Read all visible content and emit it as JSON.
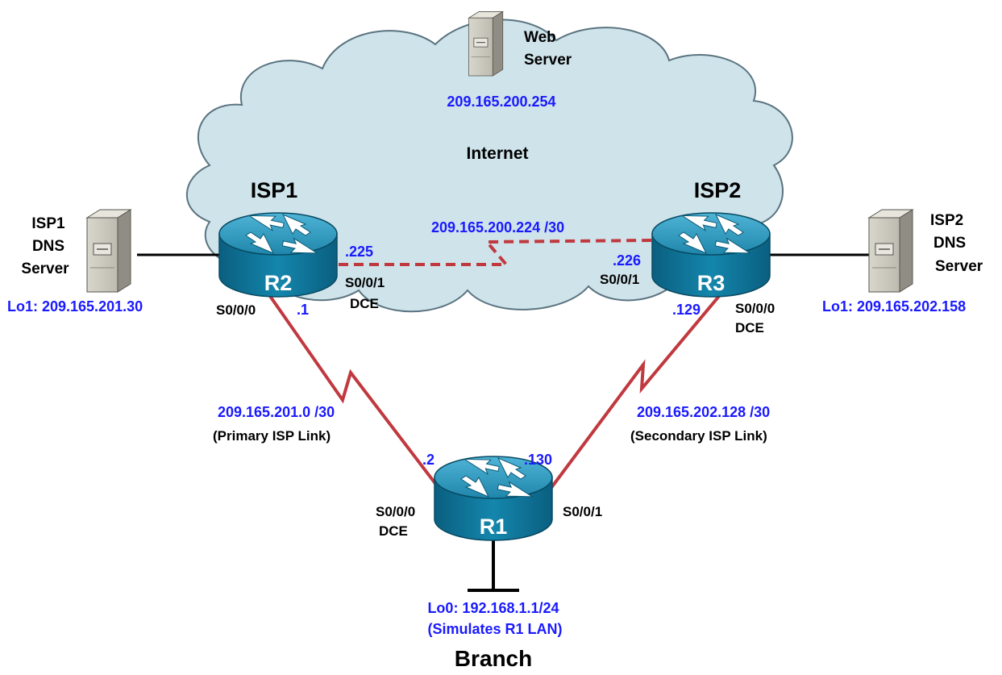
{
  "cloud": {
    "label": "Internet"
  },
  "web_server": {
    "name_line1": "Web",
    "name_line2": "Server",
    "ip": "209.165.200.254"
  },
  "isp1": {
    "title": "ISP1",
    "router": "R2",
    "s001_ip": ".225",
    "s001_if": "S0/0/1",
    "s001_dce": "DCE",
    "s000_if": "S0/0/0",
    "s000_ip": ".1"
  },
  "isp2": {
    "title": "ISP2",
    "router": "R3",
    "s001_ip": ".226",
    "s001_if": "S0/0/1",
    "s000_ip": ".129",
    "s000_if": "S0/0/0",
    "s000_dce": "DCE"
  },
  "isp1_dns": {
    "line1": "ISP1",
    "line2": "DNS",
    "line3": "Server",
    "ip": "Lo1: 209.165.201.30"
  },
  "isp2_dns": {
    "line1": "ISP2",
    "line2": "DNS",
    "line3": "Server",
    "ip": "Lo1: 209.165.202.158"
  },
  "links": {
    "isp_link": {
      "network": "209.165.200.224 /30"
    },
    "primary": {
      "network": "209.165.201.0 /30",
      "desc": "(Primary ISP Link)"
    },
    "secondary": {
      "network": "209.165.202.128 /30",
      "desc": "(Secondary ISP Link)"
    }
  },
  "branch": {
    "router": "R1",
    "s000_ip": ".2",
    "s000_if": "S0/0/0",
    "s000_dce": "DCE",
    "s001_ip": ".130",
    "s001_if": "S0/0/1",
    "lan_line1": "Lo0: 192.168.1.1/24",
    "lan_line2": "(Simulates R1 LAN)",
    "title": "Branch"
  },
  "colors": {
    "label_blue": "#1a1aff",
    "serial_link": "#c0393f",
    "cloud_fill": "#cfe3ea",
    "router_top": "#2f9ec0",
    "router_side": "#0b6b8e"
  }
}
